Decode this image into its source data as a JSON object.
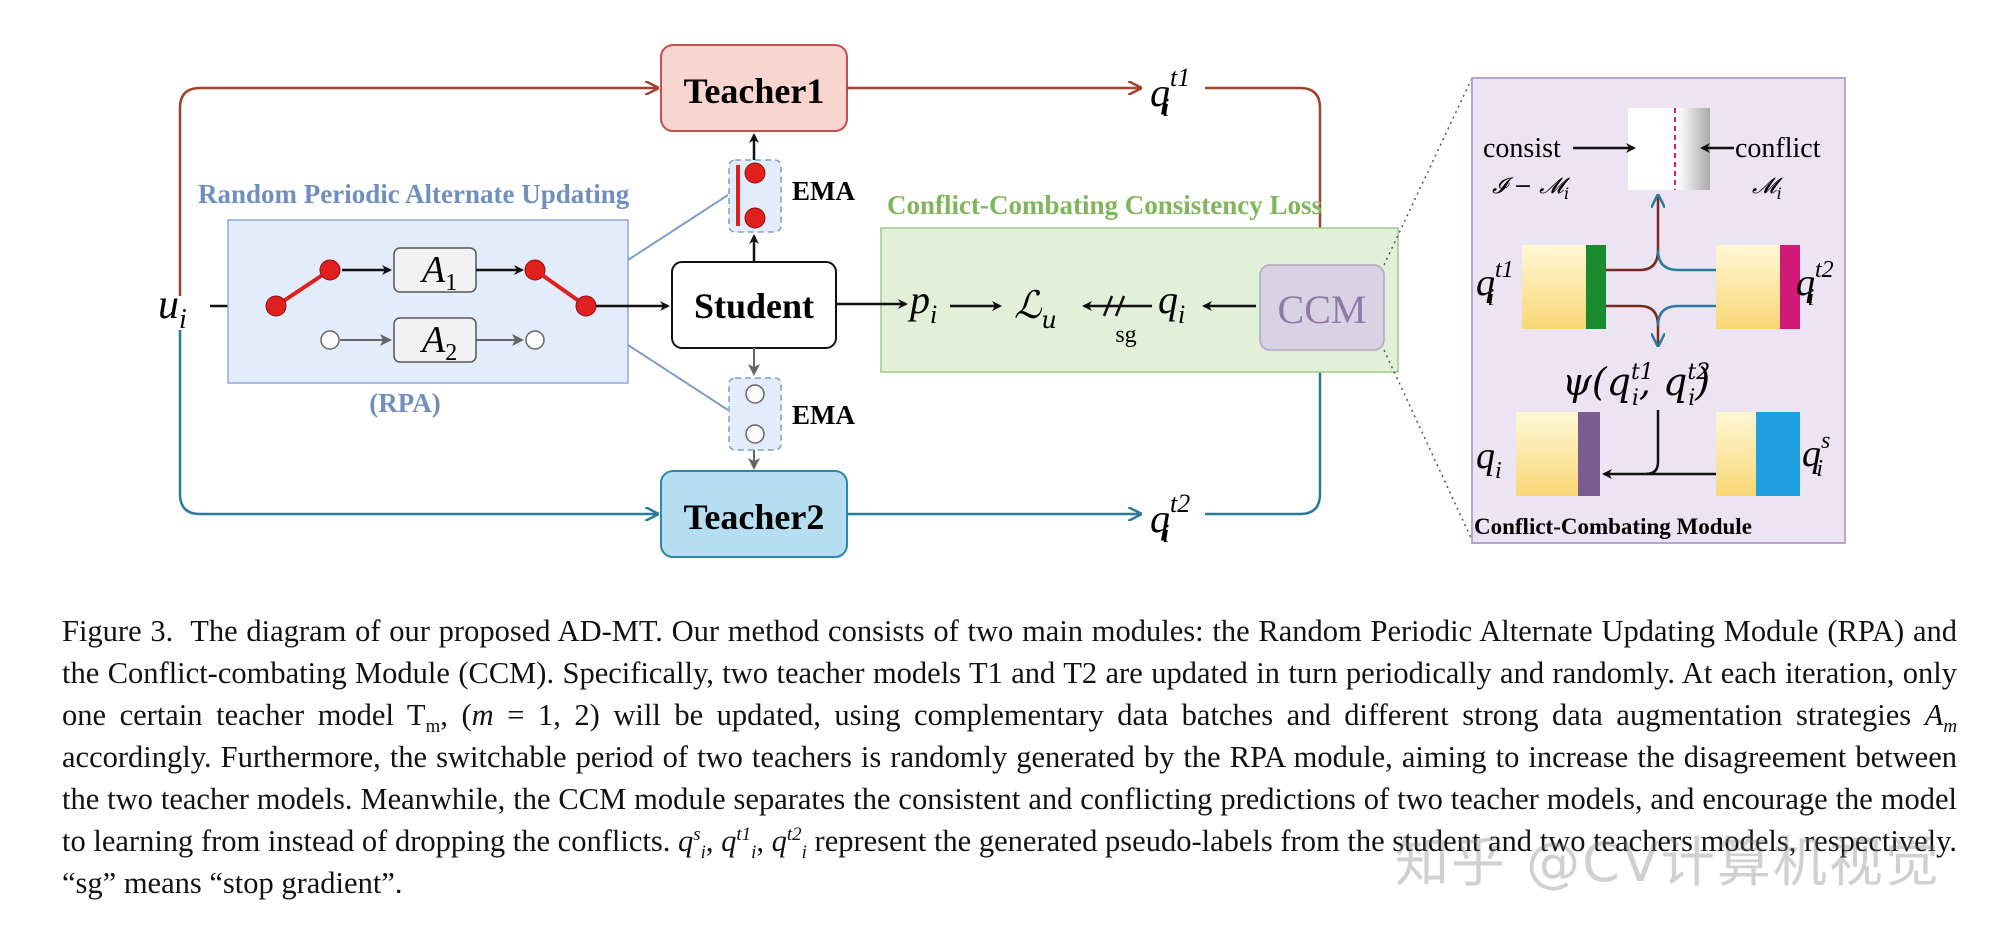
{
  "diagram": {
    "teacher1": "Teacher1",
    "teacher2": "Teacher2",
    "student": "Student",
    "ccm": "CCM",
    "rpa_title": "Random Periodic Alternate Updating",
    "rpa_short": "(RPA)",
    "ema_top": "EMA",
    "ema_bottom": "EMA",
    "loss_title": "Conflict-Combating Consistency Loss",
    "sg": "sg",
    "input": "u",
    "input_sub": "i",
    "a1": "A",
    "a1_sub": "1",
    "a2": "A",
    "a2_sub": "2",
    "p": "p",
    "p_sub": "i",
    "lu": "ℒ",
    "lu_sub": "u",
    "q": "q",
    "q_sub": "i",
    "q_t1_sup": "t1",
    "q_t2_sup": "t2",
    "q_s_sup": "s",
    "ccm_module_title": "Conflict-Combating Module",
    "consist": "consist",
    "conflict": "conflict",
    "consist_formula": "𝓘 − 𝓜",
    "conflict_formula": "𝓜",
    "formula_sub": "i",
    "psi": "ψ",
    "colors": {
      "teacher1_fill": "#f9d5d0",
      "teacher1_stroke": "#c0504d",
      "teacher2_fill": "#b5dff0",
      "teacher2_stroke": "#2e86ab",
      "red_arrow": "#a5402d",
      "blue_arrow": "#2a7a9a",
      "rpa_fill": "#e3ecfa",
      "rpa_title": "#6f8fbf",
      "loss_fill": "#e2efd9",
      "loss_title": "#7fb65a",
      "ccm_fill": "#d9d2e2",
      "ccm_text": "#8e7aa8",
      "module_fill": "#ece4f3",
      "green_bar": "#1a8a2e",
      "pink_bar": "#d11a78",
      "purple_bar": "#7a5c8e",
      "cyan_bar": "#1e9fe0"
    }
  },
  "caption": {
    "fig": "Figure 3.",
    "t1": "The diagram of our proposed AD-MT. Our method consists of two main modules: the Random Periodic Alternate Updating Module (RPA) and the Conflict-combating Module (CCM). Specifically, two teacher models T1 and T2 are updated in turn periodically and randomly. At each iteration, only one certain teacher model T",
    "t1_sub": "m",
    "t2": ", (",
    "m_eq": "m",
    "t3": " = 1, 2) will be updated, using complementary data batches and different strong data augmentation strategies ",
    "am": "A",
    "am_sub": "m",
    "t4": " accordingly. Furthermore, the switchable period of two teachers is randomly generated by the RPA module, aiming to increase the disagreement between the two teacher models. Meanwhile, the CCM module separates the consistent and conflicting predictions of two teacher models, and encourage the model to learning from instead of dropping the conflicts. ",
    "q": "q",
    "q_sub": "i",
    "q_s": "s",
    "q_t1": "t1",
    "q_t2": "t2",
    "t5": " represent the generated pseudo-labels from the student and two teachers models, respectively. “sg” means “stop gradient”."
  },
  "watermark": "知乎 @CV计算机视觉"
}
